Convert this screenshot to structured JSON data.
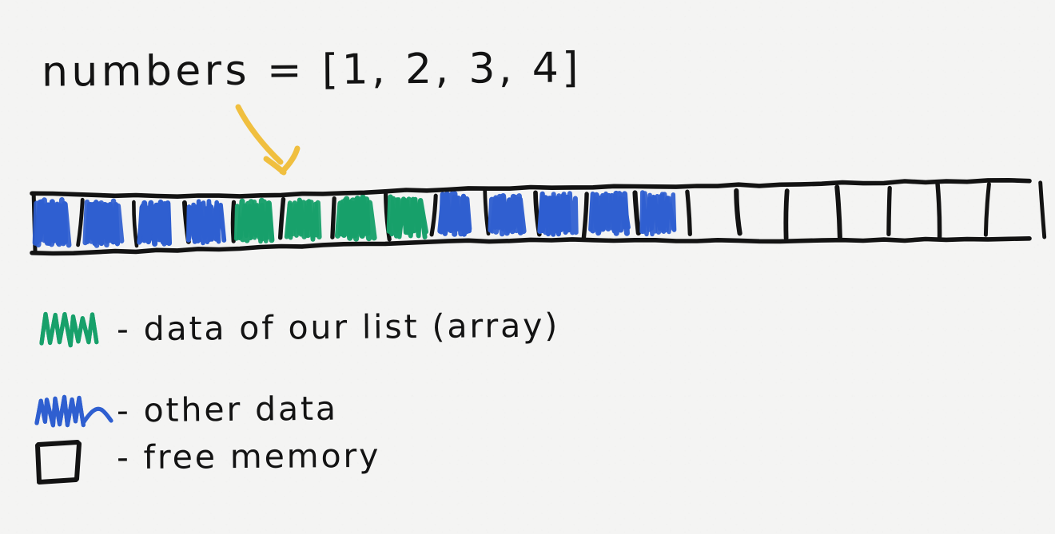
{
  "background_color": "#f4f4f3",
  "ink_color": "#131313",
  "title": {
    "text": "numbers = [1, 2, 3, 4]",
    "variable": "numbers",
    "values": [
      1,
      2,
      3,
      4
    ]
  },
  "arrow": {
    "name": "pointer-arrow",
    "color": "#f0bf3f",
    "direction": "down-right",
    "points_from": "numbers literal",
    "points_to": "green list data cells"
  },
  "memory_strip": {
    "label": "memory-strip",
    "total_cells": 20,
    "colors": {
      "other_data": "#2f5fd0",
      "list_data": "#17a06a",
      "free_memory": "#f4f4f3",
      "border": "#131313"
    },
    "cells": [
      {
        "index": 0,
        "kind": "other"
      },
      {
        "index": 1,
        "kind": "other"
      },
      {
        "index": 2,
        "kind": "other"
      },
      {
        "index": 3,
        "kind": "other"
      },
      {
        "index": 4,
        "kind": "list"
      },
      {
        "index": 5,
        "kind": "list"
      },
      {
        "index": 6,
        "kind": "list"
      },
      {
        "index": 7,
        "kind": "list"
      },
      {
        "index": 8,
        "kind": "other"
      },
      {
        "index": 9,
        "kind": "other"
      },
      {
        "index": 10,
        "kind": "other"
      },
      {
        "index": 11,
        "kind": "other"
      },
      {
        "index": 12,
        "kind": "other"
      },
      {
        "index": 13,
        "kind": "free"
      },
      {
        "index": 14,
        "kind": "free"
      },
      {
        "index": 15,
        "kind": "free"
      },
      {
        "index": 16,
        "kind": "free"
      },
      {
        "index": 17,
        "kind": "free"
      },
      {
        "index": 18,
        "kind": "free"
      },
      {
        "index": 19,
        "kind": "free"
      }
    ]
  },
  "legend": {
    "rows": [
      {
        "id": "list-data",
        "swatch": "green-scribble",
        "swatch_color": "#17a06a",
        "text": "- data of our list (array)"
      },
      {
        "id": "other-data",
        "swatch": "blue-scribble",
        "swatch_color": "#2f5fd0",
        "text": "- other data"
      },
      {
        "id": "free-memory",
        "swatch": "empty-square",
        "swatch_color": "#131313",
        "text": "- free memory"
      }
    ]
  }
}
